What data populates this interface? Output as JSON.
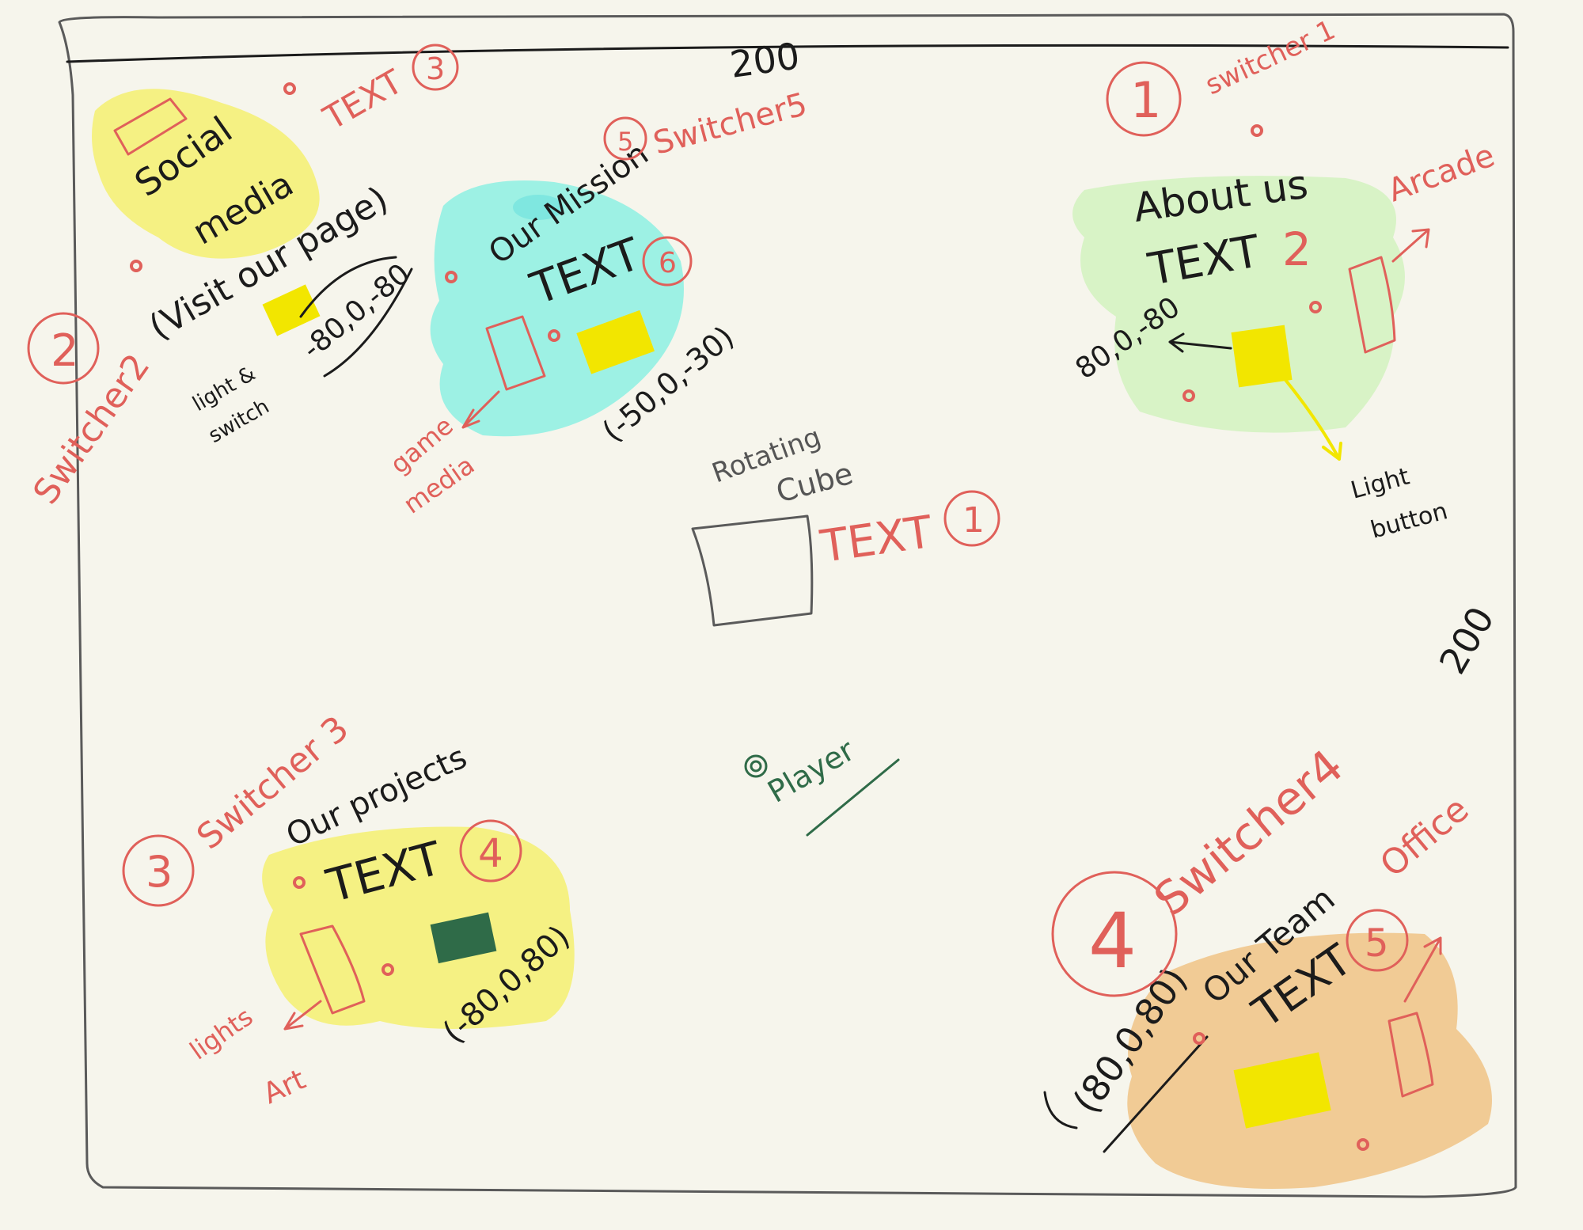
{
  "room": {
    "dim_top": "200",
    "dim_right": "200"
  },
  "center": {
    "cube_label_1": "Rotating",
    "cube_label_2": "Cube",
    "cube_text": "TEXT",
    "cube_num": "1",
    "player": "Player"
  },
  "zone_social": {
    "title_1": "Social",
    "title_2": "media",
    "title_3": "(Visit our page)",
    "text": "TEXT",
    "text_num": "3",
    "coords": "-80,0,-80",
    "light_1": "light &",
    "light_2": "switch",
    "switcher_num": "2",
    "switcher": "Switcher2"
  },
  "zone_mission": {
    "title": "Our Mission",
    "text": "TEXT",
    "text_num": "6",
    "coords": "(-50,0,-30)",
    "game_1": "game",
    "game_2": "media",
    "switcher_num": "5",
    "switcher": "Switcher5"
  },
  "zone_about": {
    "title": "About us",
    "text": "TEXT",
    "text_num": "2",
    "coords": "80,0,-80",
    "arcade": "Arcade",
    "light_1": "Light",
    "light_2": "button",
    "switcher_num": "1",
    "switcher": "switcher 1"
  },
  "zone_projects": {
    "title": "Our projects",
    "text": "TEXT",
    "text_num": "4",
    "coords": "(-80,0,80)",
    "lights_1": "lights",
    "lights_2": "Art",
    "switcher_num": "3",
    "switcher": "Switcher 3"
  },
  "zone_team": {
    "title": "Our Team",
    "text": "TEXT",
    "text_num": "5",
    "coords": "(80,0,80)",
    "office": "Office",
    "switcher_num": "4",
    "switcher": "Switcher4"
  },
  "colors": {
    "paper": "#f6f5ec",
    "red_ink": "#e0605a",
    "black_ink": "#1b1b1b",
    "green_ink": "#2f6b48",
    "yellow_zone": "#f4f07a",
    "cyan_zone": "#98f0e4",
    "green_zone": "#d6f2c4",
    "orange_zone": "#f0c890",
    "light_marker": "#f2e600"
  }
}
